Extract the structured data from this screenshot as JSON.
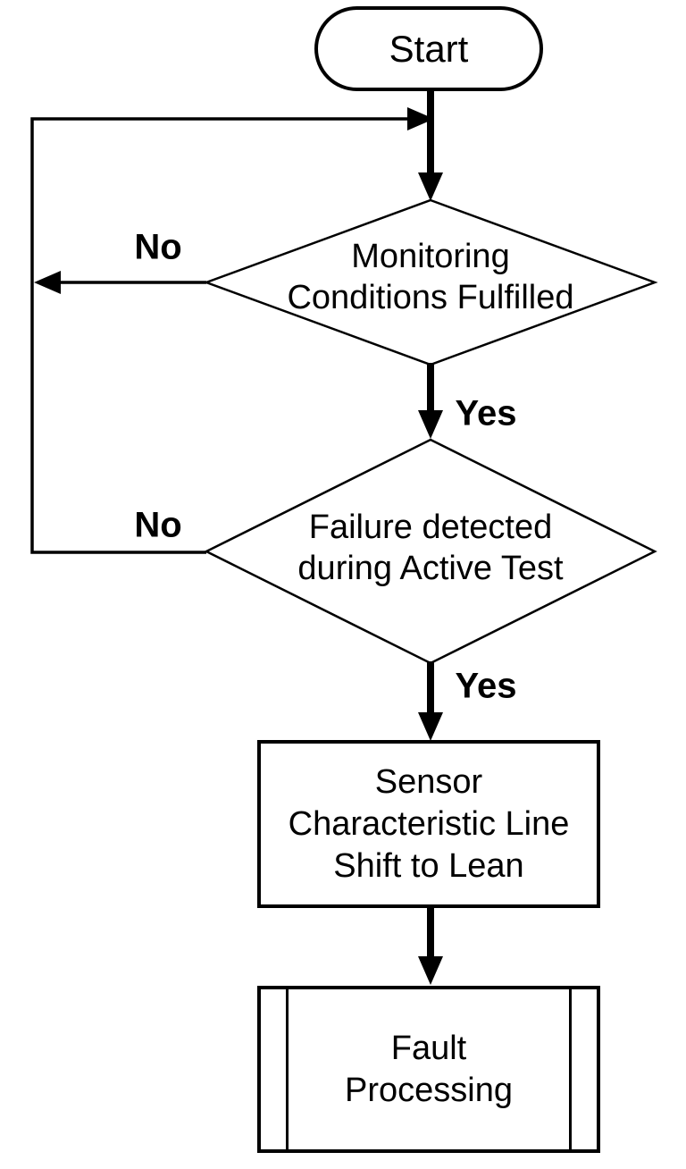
{
  "flowchart": {
    "start": {
      "label": "Start"
    },
    "decision_monitoring": {
      "lines": [
        "Monitoring",
        "Conditions Fulfilled"
      ]
    },
    "decision_failure": {
      "lines": [
        "Failure detected",
        "during Active Test"
      ]
    },
    "process_sensor": {
      "lines": [
        "Sensor",
        "Characteristic Line",
        "Shift to Lean"
      ]
    },
    "process_fault": {
      "lines": [
        "Fault",
        "Processing"
      ]
    },
    "edge_labels": {
      "monitoring_no": "No",
      "monitoring_yes": "Yes",
      "failure_no": "No",
      "failure_yes": "Yes"
    },
    "colors": {
      "stroke": "#000000",
      "background": "#ffffff"
    }
  }
}
